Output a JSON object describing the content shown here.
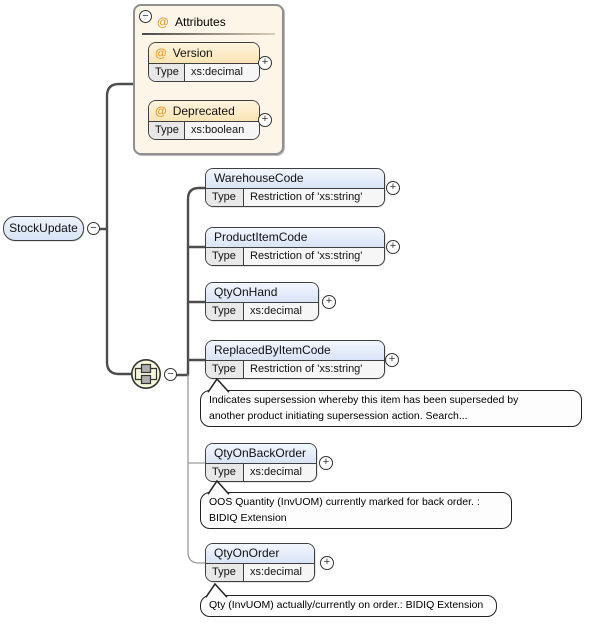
{
  "diagram": {
    "colors": {
      "element_header_fill": "#d8e4f6",
      "attribute_header_fill": "#fae4b4",
      "attributes_panel_fill": "#fdf6e8",
      "annotation_fill": "#fdfdfd",
      "connector_dark": "#4d4d4d",
      "connector_light": "#9a9a9a",
      "at_symbol_color": "#e39a2d"
    },
    "icons": {
      "collapse_label": "−",
      "expand_label": "+",
      "at_symbol": "@"
    },
    "root": {
      "name": "StockUpdate"
    },
    "attributes_panel": {
      "title": "Attributes",
      "attributes": [
        {
          "name": "Version",
          "type_label": "Type",
          "type_value": "xs:decimal"
        },
        {
          "name": "Deprecated",
          "type_label": "Type",
          "type_value": "xs:boolean"
        }
      ]
    },
    "children": [
      {
        "name": "WarehouseCode",
        "type_label": "Type",
        "type_value": "Restriction of 'xs:string'"
      },
      {
        "name": "ProductItemCode",
        "type_label": "Type",
        "type_value": "Restriction of 'xs:string'"
      },
      {
        "name": "QtyOnHand",
        "type_label": "Type",
        "type_value": "xs:decimal"
      },
      {
        "name": "ReplacedByItemCode",
        "type_label": "Type",
        "type_value": "Restriction of 'xs:string'",
        "annotation_lines": [
          "Indicates supersession whereby this item has been superseded by",
          "another product initiating supersession action. Search..."
        ]
      },
      {
        "name": "QtyOnBackOrder",
        "type_label": "Type",
        "type_value": "xs:decimal",
        "annotation_lines": [
          "OOS Quantity (InvUOM) currently marked for back order. :",
          "BIDIQ Extension"
        ]
      },
      {
        "name": "QtyOnOrder",
        "type_label": "Type",
        "type_value": "xs:decimal",
        "annotation_lines": [
          "Qty (InvUOM) actually/currently on order.: BIDIQ Extension"
        ]
      }
    ]
  }
}
